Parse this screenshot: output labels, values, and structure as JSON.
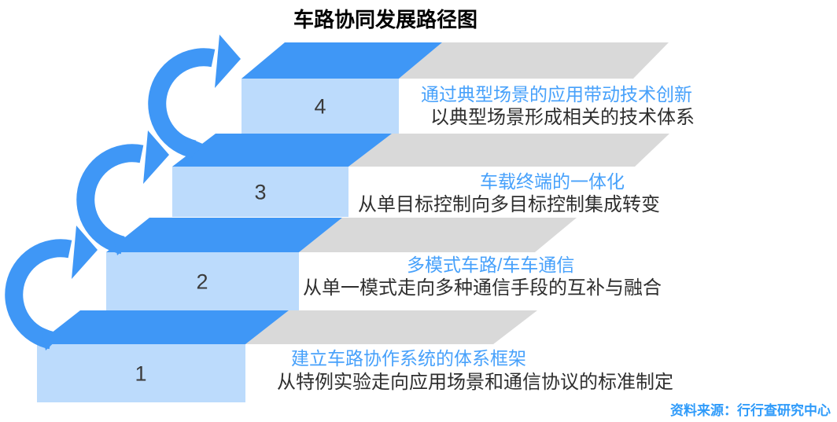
{
  "title": "车路协同发展路径图",
  "source": "资料来源：行行查研究中心",
  "colors": {
    "primary_blue": "#3f97f6",
    "light_blue": "#bcdbfc",
    "shadow_gray": "#d9d9d9",
    "accent_text_blue": "#47a1fb",
    "body_text": "#2f2f2f"
  },
  "steps": [
    {
      "number": "1",
      "title": "建立车路协作系统的体系框架",
      "description": "从特例实验走向应用场景和通信协议的标准制定"
    },
    {
      "number": "2",
      "title": "多模式车路/车车通信",
      "description": "从单一模式走向多种通信手段的互补与融合"
    },
    {
      "number": "3",
      "title": "车载终端的一体化",
      "description": "从单目标控制向多目标控制集成转变"
    },
    {
      "number": "4",
      "title": "通过典型场景的应用带动技术创新",
      "description": "以典型场景形成相关的技术体系"
    }
  ]
}
